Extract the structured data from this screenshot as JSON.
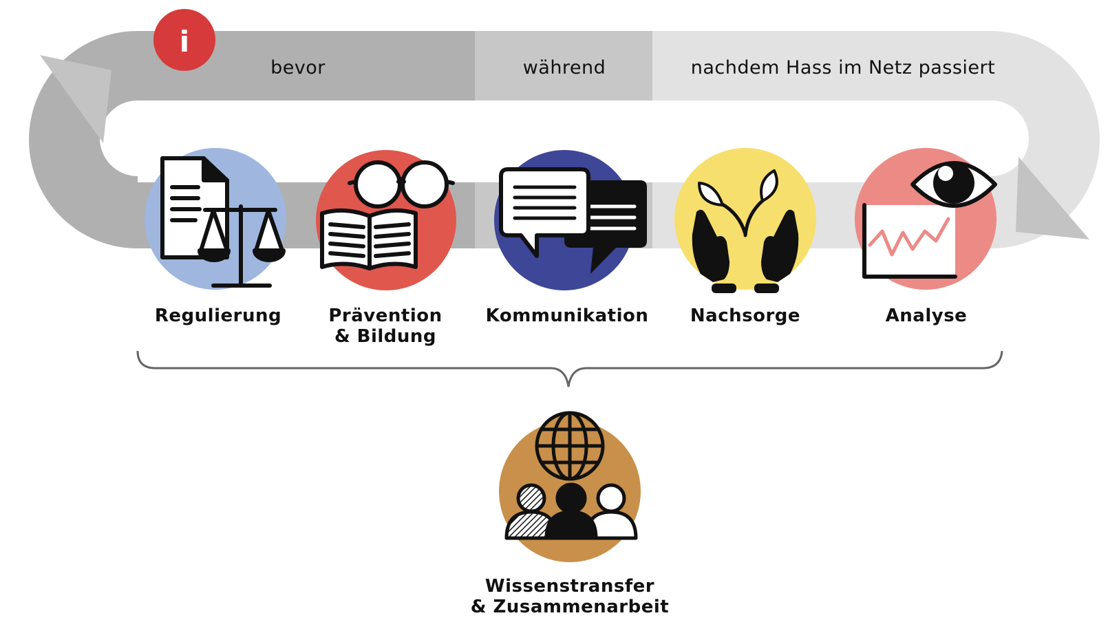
{
  "info": {
    "glyph": "i",
    "color": "#d63a3a"
  },
  "phases": [
    {
      "label": "bevor",
      "color": "#b0b0b0"
    },
    {
      "label": "während",
      "color": "#c7c7c7"
    },
    {
      "label": "nachdem Hass im Netz passiert",
      "color": "#e2e2e2"
    }
  ],
  "categories": [
    {
      "label": "Regulierung",
      "color": "#9fb6df",
      "icon": "document-scale-icon"
    },
    {
      "label_line1": "Prävention",
      "label_line2": "& Bildung",
      "color": "#e0574e",
      "icon": "book-glasses-icon"
    },
    {
      "label": "Kommunikation",
      "color": "#3e4697",
      "icon": "speech-bubbles-icon"
    },
    {
      "label": "Nachsorge",
      "color": "#f7df6d",
      "icon": "hands-plant-icon"
    },
    {
      "label": "Analyse",
      "color": "#ec8a86",
      "icon": "eye-chart-icon"
    }
  ],
  "bottom": {
    "label_line1": "Wissenstransfer",
    "label_line2": "& Zusammenarbeit",
    "color": "#c8904a",
    "icon": "globe-people-icon"
  }
}
